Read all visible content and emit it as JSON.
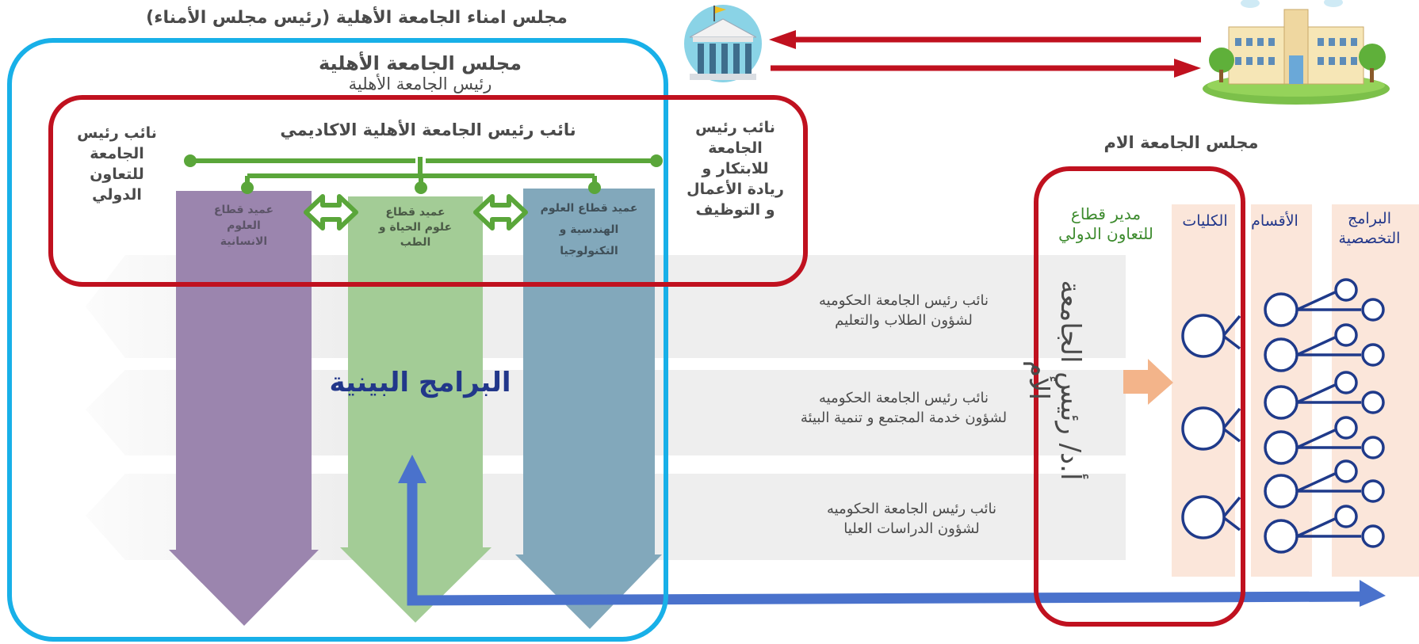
{
  "colors": {
    "board_frame": "#18b0e8",
    "council_frame": "#c0111f",
    "link_arrows": "#c0111f",
    "green_connector": "#5aa63a",
    "humanities_column": "#9b85ae",
    "life_medicine_column": "#a3cc96",
    "engineering_column": "#82a8bb",
    "blue_path": "#4a72cc",
    "navy_tree": "#1f3a8a",
    "green_label": "#3d8b2e",
    "navy_label": "#22378a",
    "dark_text": "#4a4a4a",
    "band_fill": "#eeeeee",
    "peach_arrow": "#f3b48a",
    "peach_column": "#fbe6da"
  },
  "icons": {
    "institution": "building-columns-icon",
    "campus": "university-campus-icon"
  },
  "board_of_trustees": {
    "title": "مجلس امناء الجامعة الأهلية (رئيس مجلس الأمناء)"
  },
  "private_university_council": {
    "title": "مجلس الجامعة الأهلية",
    "subtitle": "رئيس الجامعة  الأهلية"
  },
  "vice_presidents": {
    "academic": "نائب رئيس الجامعة الأهلية الاكاديمي",
    "international_lines": [
      "نائب رئيس",
      "الجامعة",
      "للتعاون",
      "الدولي"
    ],
    "innovation_lines": [
      "نائب رئيس",
      "الجامعة",
      "للابتكار و",
      "ريادة الأعمال",
      "و التوظيف"
    ]
  },
  "deans": {
    "humanities_lines": [
      "عميد قطاع",
      "العلوم",
      "الانسانية"
    ],
    "life_medicine_lines": [
      "عميد قطاع",
      "علوم الحياة و",
      "الطب"
    ],
    "engineering_lines": [
      "عميد قطاع العلوم",
      "الهندسية و",
      "التكنولوجيا"
    ]
  },
  "interdisciplinary_programs": "البرامج البينية",
  "government_vice_presidents": [
    {
      "lines": [
        "نائب رئيس الجامعة الحكوميه",
        "لشؤون الطلاب والتعليم"
      ]
    },
    {
      "lines": [
        "نائب رئيس الجامعة الحكوميه",
        "لشؤون  خدمة المجتمع و تنمية  البيئة"
      ]
    },
    {
      "lines": [
        "نائب رئيس الجامعة الحكوميه",
        "لشؤون  الدراسات العليا"
      ]
    }
  ],
  "mother_university": {
    "council_title": "مجلس الجامعة الام",
    "international_sector_director_lines": [
      "مدير قطاع",
      "للتعاون الدولي"
    ],
    "vertical_text": "أ.د/ رئيس الجامعة الأم",
    "colleges": "الكليات",
    "departments": "الأقسام",
    "specialized_programs_lines": [
      "البرامج",
      "التخصصية"
    ]
  }
}
